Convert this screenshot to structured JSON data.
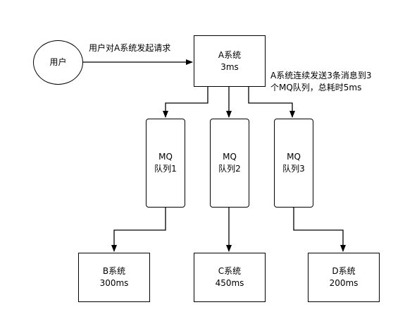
{
  "user": {
    "label": "用户"
  },
  "request_label": "用户对A系统发起请求",
  "system_a": {
    "name": "A系统",
    "time": "3ms"
  },
  "note": {
    "line1": "A系统连续发送3条消息到3",
    "line2": "个MQ队列，总耗时5ms"
  },
  "queues": [
    {
      "line1": "MQ",
      "line2": "队列1"
    },
    {
      "line1": "MQ",
      "line2": "队列2"
    },
    {
      "line1": "MQ",
      "line2": "队列3"
    }
  ],
  "systems": [
    {
      "name": "B系统",
      "time": "300ms"
    },
    {
      "name": "C系统",
      "time": "450ms"
    },
    {
      "name": "D系统",
      "time": "200ms"
    }
  ],
  "colors": {
    "stroke": "#000000",
    "background": "#ffffff"
  }
}
